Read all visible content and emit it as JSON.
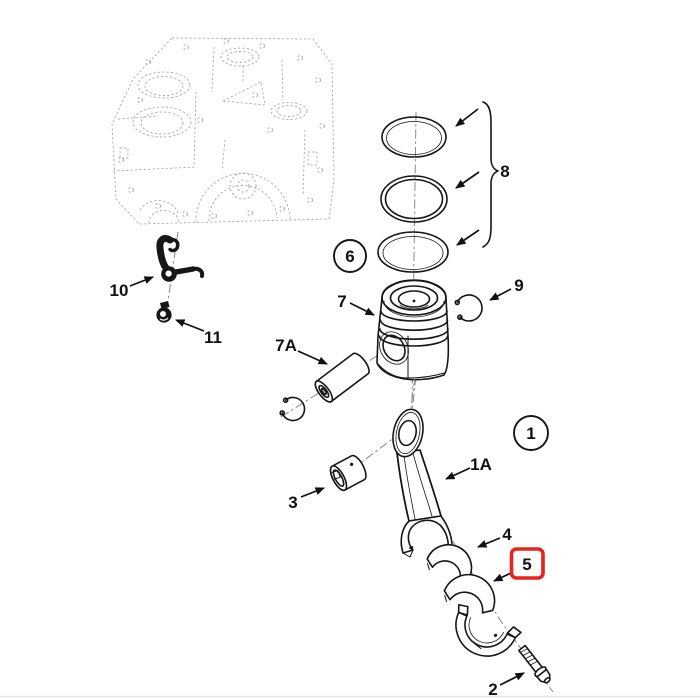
{
  "colors": {
    "highlight": "#e8231c",
    "line": "#161616",
    "block_sketch": "#a8a8a8",
    "centerline": "#8a8a8a",
    "bottom_divider": "#dfe3e7",
    "background": "#ffffff"
  },
  "diagram": {
    "callouts": {
      "c1": {
        "label": "1",
        "style": "circled"
      },
      "c1a": {
        "label": "1A",
        "style": "arrow"
      },
      "c2": {
        "label": "2",
        "style": "arrow"
      },
      "c3": {
        "label": "3",
        "style": "arrow"
      },
      "c4": {
        "label": "4",
        "style": "arrow"
      },
      "c5": {
        "label": "5",
        "style": "arrow",
        "highlighted": true
      },
      "c6": {
        "label": "6",
        "style": "circled"
      },
      "c7": {
        "label": "7",
        "style": "arrow"
      },
      "c7a": {
        "label": "7A",
        "style": "arrow"
      },
      "c8": {
        "label": "8",
        "style": "bracket"
      },
      "c9": {
        "label": "9",
        "style": "arrow"
      },
      "c10": {
        "label": "10",
        "style": "arrow"
      },
      "c11": {
        "label": "11",
        "style": "arrow"
      }
    }
  }
}
